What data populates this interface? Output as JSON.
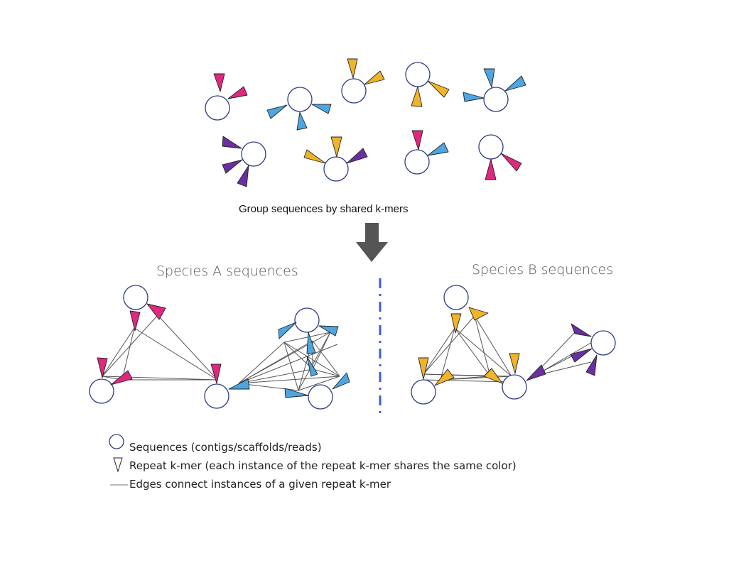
{
  "caption": "Group sequences by shared k-mers",
  "species_a": {
    "title": "Species A sequences"
  },
  "species_b": {
    "title": "Species B sequences"
  },
  "legend": {
    "sequences": "Sequences (contigs/scaffolds/reads)",
    "kmer": "Repeat k-mer (each instance of the repeat k-mer shares the same color)",
    "edges": "Edges connect instances of a given repeat k-mer"
  },
  "colors": {
    "magenta": "#e0287e",
    "blue": "#4da6e2",
    "yellow": "#f0b42a",
    "purple": "#6a2fa0",
    "node_stroke": "#2f3a8a",
    "edge": "#555555",
    "arrow": "#555555",
    "divider": "#3a5fcd"
  }
}
